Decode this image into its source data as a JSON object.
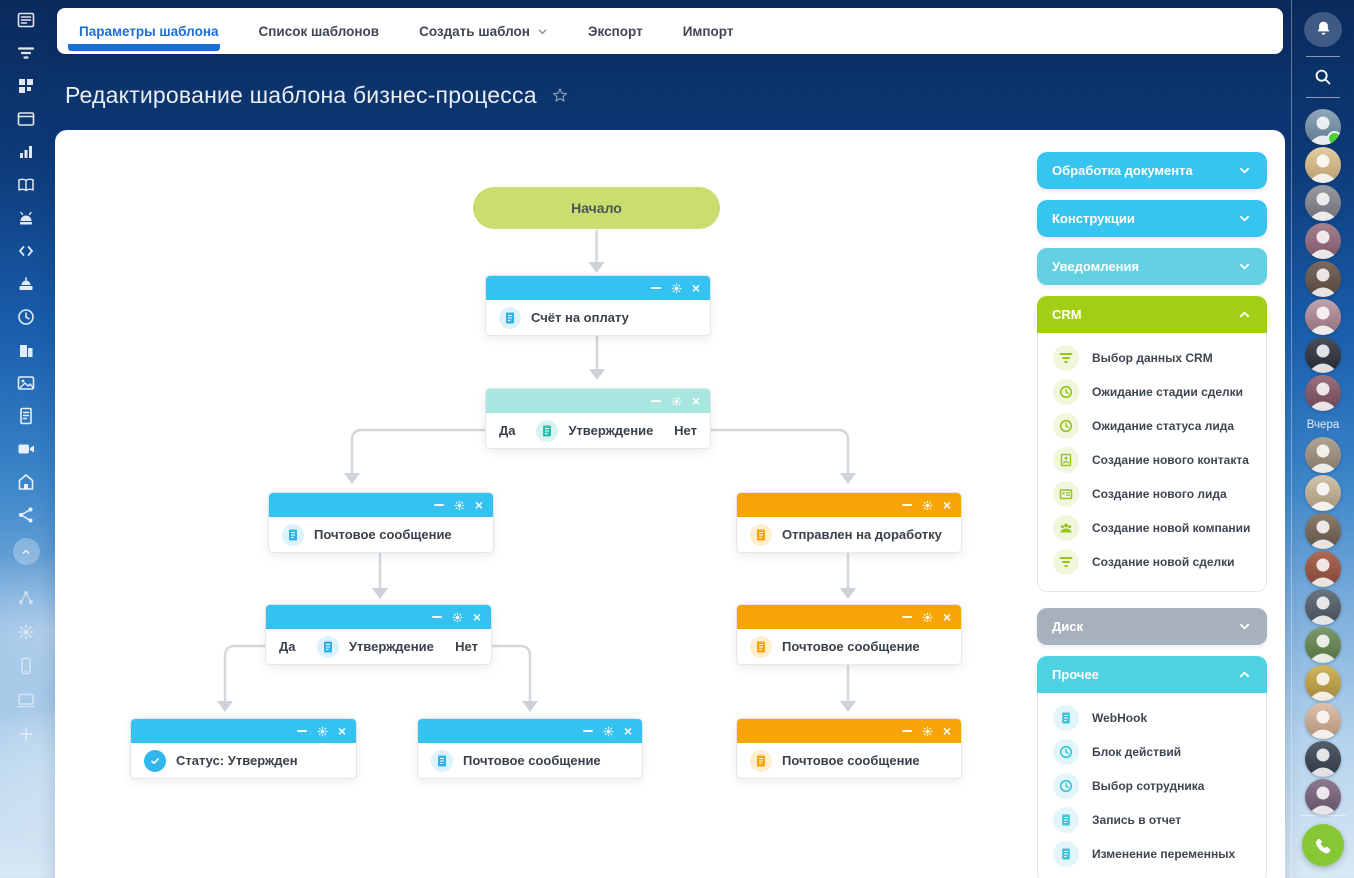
{
  "tabbar": {
    "tabs": [
      {
        "label": "Параметры шаблона",
        "active": true
      },
      {
        "label": "Список шаблонов",
        "active": false
      },
      {
        "label": "Создать шаблон",
        "active": false,
        "has_dropdown": true
      },
      {
        "label": "Экспорт",
        "active": false
      },
      {
        "label": "Импорт",
        "active": false
      }
    ]
  },
  "page": {
    "title": "Редактирование шаблона бизнес-процесса",
    "favorite_icon": "star-outline"
  },
  "left_sidebar": {
    "icons": [
      "live-feed",
      "tasks-funnel",
      "apps-grid",
      "sites-window",
      "analytics-chart",
      "knowledge-base-book",
      "market-robot",
      "developer-code",
      "sales-center",
      "time-management-clock",
      "company-building",
      "media-gallery",
      "documents",
      "video-calls",
      "market-home",
      "network-share",
      "collapse-menu"
    ],
    "dim_icons": [
      "automation-network",
      "settings-gear",
      "mobile-app",
      "desktop-app",
      "add-new"
    ]
  },
  "flow": {
    "start": {
      "label": "Начало"
    },
    "controls": {
      "close": "×",
      "minimize": "minimize-bar",
      "settings": "gear"
    },
    "nodes": [
      {
        "label": "Счёт на оплату",
        "color": "blue",
        "icon": "document"
      },
      {
        "label": "Утверждение",
        "color": "teal",
        "icon": "document",
        "yes": "Да",
        "no": "Нет"
      },
      {
        "label": "Почтовое сообщение",
        "color": "blue",
        "icon": "document"
      },
      {
        "label": "Отправлен на доработку",
        "color": "orange",
        "icon": "document"
      },
      {
        "label": "Утверждение",
        "color": "blue",
        "icon": "document",
        "yes": "Да",
        "no": "Нет"
      },
      {
        "label": "Почтовое сообщение",
        "color": "orange",
        "icon": "document"
      },
      {
        "label": "Статус: Утвержден",
        "color": "blue",
        "icon": "check-circle"
      },
      {
        "label": "Почтовое сообщение",
        "color": "blue",
        "icon": "document"
      },
      {
        "label": "Почтовое сообщение",
        "color": "orange",
        "icon": "document"
      }
    ]
  },
  "palette": {
    "categories": [
      {
        "label": "Обработка документа",
        "color": "#38c4f0",
        "state": "collapsed",
        "items": []
      },
      {
        "label": "Конструкции",
        "color": "#38c4f0",
        "state": "collapsed",
        "items": []
      },
      {
        "label": "Уведомления",
        "color": "#63d1e2",
        "state": "collapsed",
        "items": []
      },
      {
        "label": "CRM",
        "color": "#a2cf15",
        "state": "expanded",
        "items": [
          {
            "icon": "funnel",
            "label": "Выбор данных CRM"
          },
          {
            "icon": "clock",
            "label": "Ожидание стадии сделки"
          },
          {
            "icon": "clock",
            "label": "Ожидание статуса лида"
          },
          {
            "icon": "contact-card",
            "label": "Создание нового контакта"
          },
          {
            "icon": "id-card",
            "label": "Создание нового лида"
          },
          {
            "icon": "people",
            "label": "Создание новой компании"
          },
          {
            "icon": "funnel",
            "label": "Создание новой сделки"
          }
        ]
      },
      {
        "label": "Диск",
        "color": "#a7b1bc",
        "state": "collapsed",
        "items": []
      },
      {
        "label": "Прочее",
        "color": "#4cd2e0",
        "state": "expanded",
        "items": [
          {
            "icon": "document",
            "label": "WebHook"
          },
          {
            "icon": "clock",
            "label": "Блок действий"
          },
          {
            "icon": "clock",
            "label": "Выбор сотрудника"
          },
          {
            "icon": "document",
            "label": "Запись в отчет"
          },
          {
            "icon": "document",
            "label": "Изменение переменных"
          }
        ]
      }
    ]
  },
  "right_rail": {
    "bell_icon": "notification-bell",
    "search_icon": "search-magnifier",
    "recent_avatars_count": 8,
    "yesterday_label": "Вчера",
    "yesterday_avatars_count": 10,
    "online_dot_color": "#4fd12b",
    "call_button_color": "#86c734"
  },
  "colors": {
    "node_header_blue": "#35c2f0",
    "node_header_teal": "#a9e6df",
    "node_header_orange": "#f7a506",
    "start_pill": "#cade70",
    "active_tab": "#1b6ed4",
    "connector": "#d2d7dc"
  }
}
